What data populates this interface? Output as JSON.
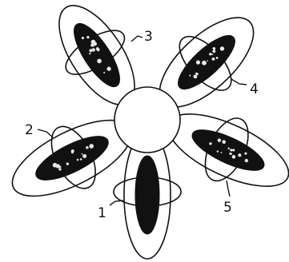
{
  "figure": {
    "colors": {
      "ink": "#111111",
      "paper": "#ffffff",
      "speckle": "#e8e8e8"
    },
    "labels": {
      "petal_1": "1",
      "petal_2": "2",
      "petal_3": "3",
      "petal_4": "4",
      "petal_5": "5"
    }
  }
}
